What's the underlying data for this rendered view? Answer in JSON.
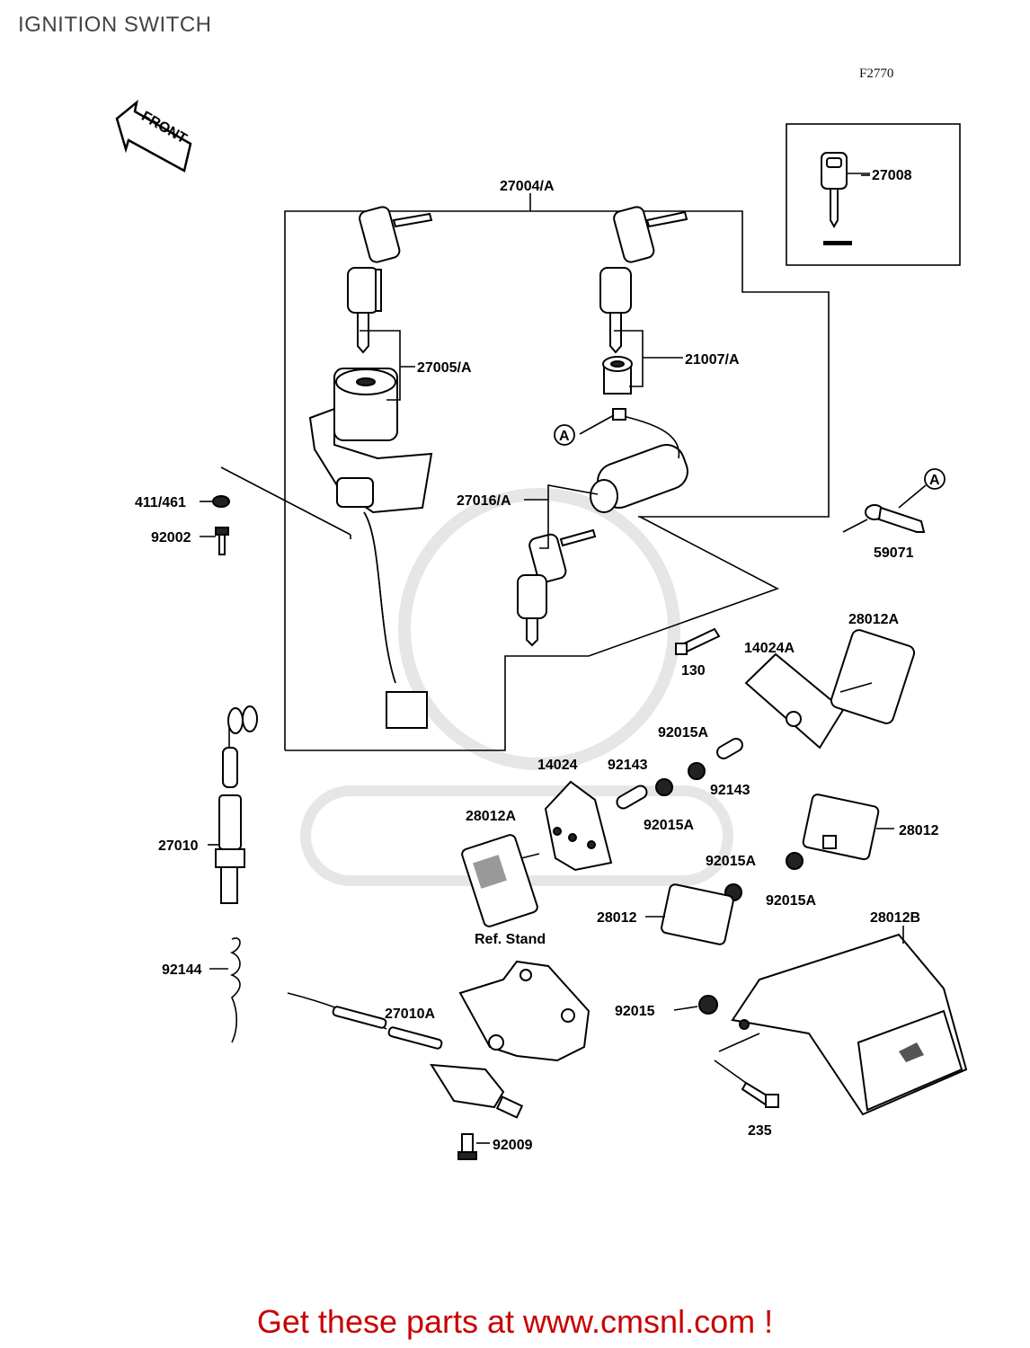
{
  "header": {
    "title": "IGNITION SWITCH",
    "diagram_code": "F2770"
  },
  "front_arrow": {
    "label": "FRONT"
  },
  "callouts": {
    "p27004A": "27004/A",
    "p27008": "27008",
    "p27005A": "27005/A",
    "p21007A": "21007/A",
    "p411_461": "411/461",
    "p92002": "92002",
    "p27016A": "27016/A",
    "p59071": "59071",
    "refA1": "A",
    "refA2": "A",
    "p130": "130",
    "p14024A": "14024A",
    "p28012A_top": "28012A",
    "p92015A_1": "92015A",
    "p92143_1": "92143",
    "p14024": "14024",
    "p92143_2": "92143",
    "p92015A_2": "92015A",
    "p28012A_left": "28012A",
    "p28012_right": "28012",
    "p92015A_3": "92015A",
    "p92015A_4": "92015A",
    "p28012_mid": "28012",
    "p27010": "27010",
    "p28012B": "28012B",
    "ref_stand": "Ref. Stand",
    "p92144": "92144",
    "p27010A": "27010A",
    "p92015": "92015",
    "p235": "235",
    "p92009": "92009"
  },
  "footer": {
    "cta": "Get these parts at www.cmsnl.com !"
  },
  "colors": {
    "cta": "#c80000",
    "title": "#444444",
    "ink": "#000000"
  }
}
